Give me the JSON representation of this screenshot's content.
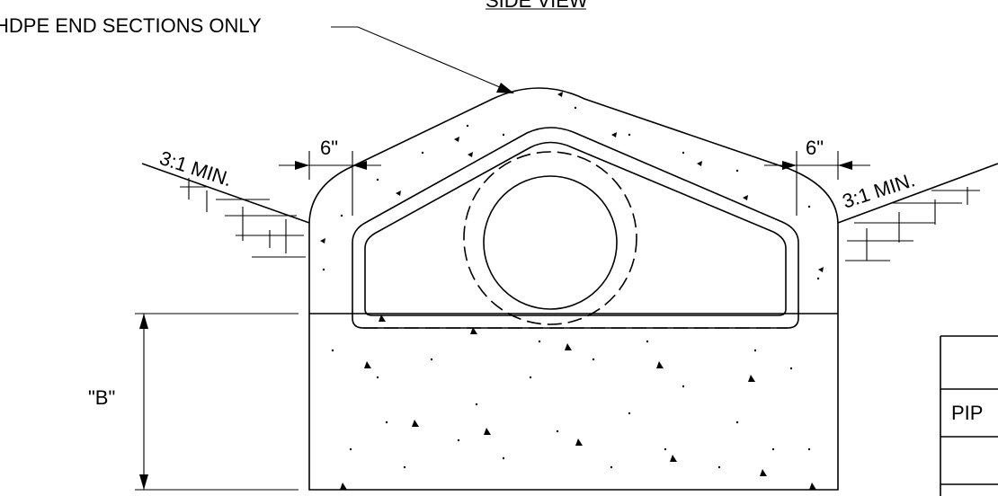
{
  "drawing": {
    "title": "SIDE VIEW",
    "callout": "HDPE END SECTIONS ONLY",
    "slope_left": "3:1 MIN.",
    "slope_right": "3:1 MIN.",
    "dim_left": "6\"",
    "dim_right": "6\"",
    "dim_height": "\"B\""
  },
  "table": {
    "rows": [
      "",
      "PIP",
      "",
      ""
    ]
  }
}
